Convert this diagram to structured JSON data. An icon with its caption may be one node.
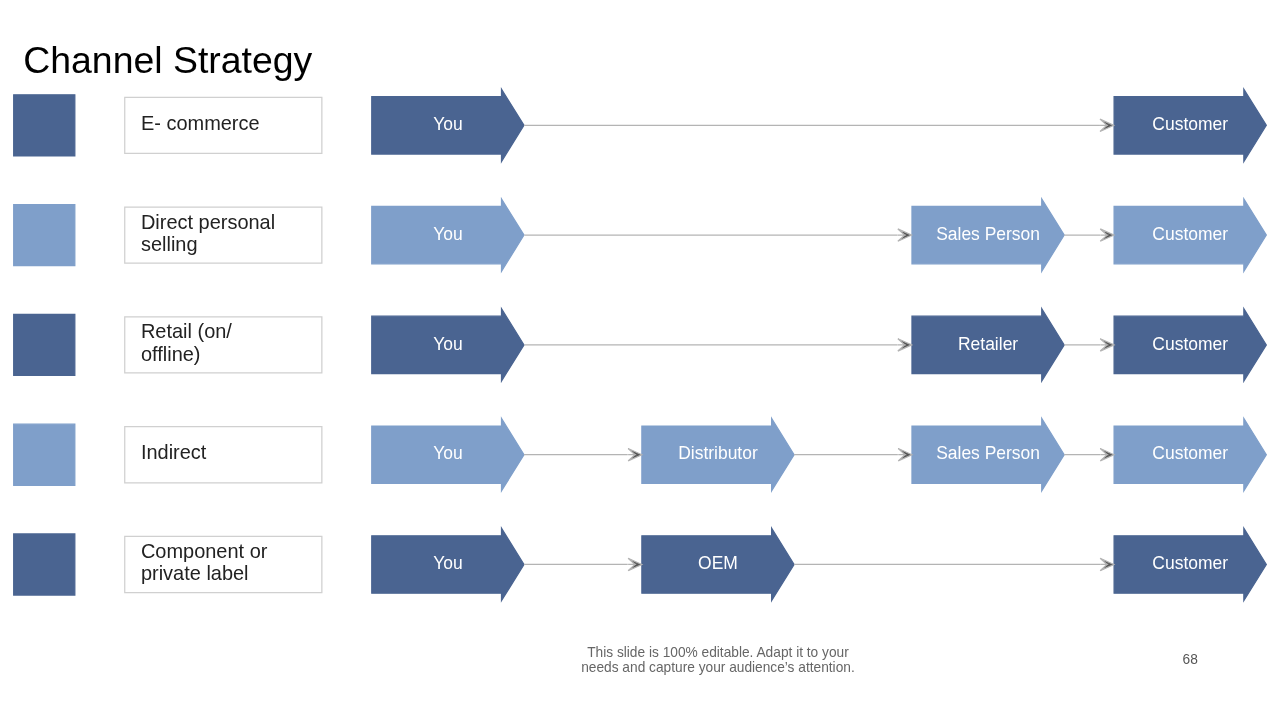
{
  "diagram": {
    "title": "Channel Strategy",
    "nodes": [
      {
        "text": [],
        "shape": "box"
      },
      {
        "text": [
          "E- commerce"
        ]
      },
      {
        "text": [
          "You"
        ]
      },
      {
        "text": [
          "Customer"
        ]
      },
      {
        "text": [],
        "shape": "box"
      },
      {
        "text": [
          "Direct personal selling"
        ]
      },
      {
        "text": [
          "You"
        ]
      },
      {
        "text": [
          "Sales Person"
        ]
      },
      {
        "text": [
          "Customer"
        ]
      },
      {
        "text": [],
        "shape": "box"
      },
      {
        "text": [
          "Retail (on/ offline)"
        ]
      },
      {
        "text": [
          "You"
        ]
      },
      {
        "text": [
          "Retailer"
        ]
      },
      {
        "text": [
          "Customer"
        ]
      },
      {
        "text": [],
        "shape": "box"
      },
      {
        "text": [
          "Indirect"
        ]
      },
      {
        "text": [
          "You"
        ]
      },
      {
        "text": [
          "Distributor"
        ]
      },
      {
        "text": [
          "Sales Person"
        ]
      },
      {
        "text": [
          "Customer"
        ]
      },
      {
        "text": [],
        "shape": "box"
      },
      {
        "text": [
          "Component or private label"
        ]
      },
      {
        "text": [
          "You"
        ]
      },
      {
        "text": [
          "OEM"
        ]
      },
      {
        "text": [
          "Customer"
        ]
      }
    ],
    "edges": [
      {
        "from": 2,
        "to": 3,
        "arrow": "to"
      },
      {
        "from": 6,
        "to": 7,
        "arrow": "to"
      },
      {
        "from": 7,
        "to": 8,
        "arrow": "to"
      },
      {
        "from": 11,
        "to": 12,
        "arrow": "to"
      },
      {
        "from": 12,
        "to": 13,
        "arrow": "to"
      },
      {
        "from": 16,
        "to": 17,
        "arrow": "to"
      },
      {
        "from": 17,
        "to": 18,
        "arrow": "to"
      },
      {
        "from": 18,
        "to": 19,
        "arrow": "to"
      },
      {
        "from": 22,
        "to": 23,
        "arrow": "to"
      },
      {
        "from": 23,
        "to": 24,
        "arrow": "to"
      }
    ],
    "labels": [
      "This slide is 100% editable. Adapt it to your needs and capture your audience’s attention.",
      "68"
    ]
  }
}
